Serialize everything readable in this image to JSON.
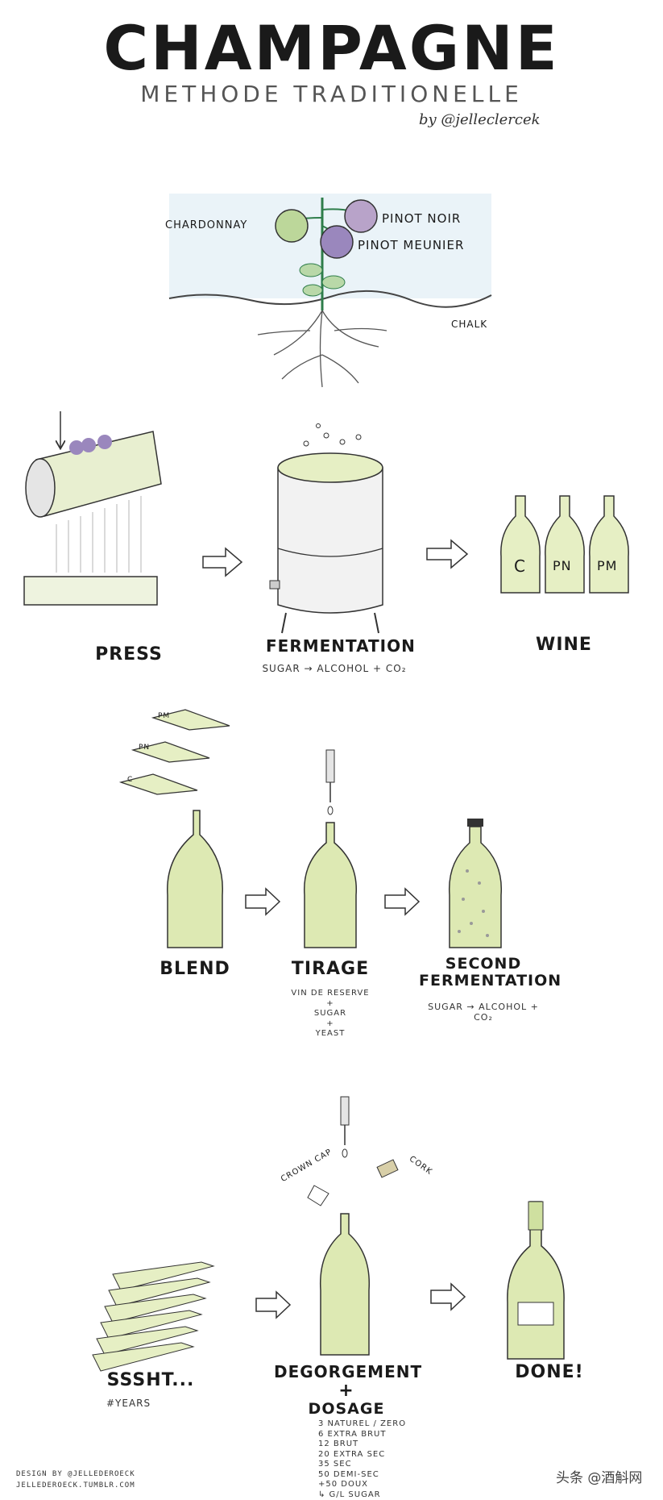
{
  "header": {
    "title": "CHAMPAGNE",
    "subtitle": "METHODE TRADITIONELLE",
    "byline": "by @jelleclercek"
  },
  "grapes": {
    "chardonnay": "CHARDONNAY",
    "pinot_noir": "PINOT NOIR",
    "pinot_meunier": "PINOT MEUNIER",
    "chalk": "CHALK"
  },
  "row1": {
    "press": "PRESS",
    "fermentation": "FERMENTATION",
    "fermentation_note": "SUGAR → ALCOHOL + CO₂",
    "wine": "WINE",
    "bottle_labels": [
      "C",
      "PN",
      "PM"
    ]
  },
  "row2": {
    "blend": "BLEND",
    "blend_labels": [
      "PM",
      "PN",
      "C"
    ],
    "tirage": "TIRAGE",
    "tirage_notes": [
      "VIN DE RESERVE",
      "+",
      "SUGAR",
      "+",
      "YEAST"
    ],
    "second_fermentation_1": "SECOND",
    "second_fermentation_2": "FERMENTATION",
    "second_note": "SUGAR → ALCOHOL + CO₂"
  },
  "row3": {
    "ssht": "SSSHT...",
    "years": "#YEARS",
    "crown_cap": "CROWN CAP",
    "cork": "CORK",
    "degorgement": "DEGORGEMENT",
    "plus": "+",
    "dosage": "DOSAGE",
    "dosage_list": [
      "3 NATUREL / ZERO",
      "6 EXTRA BRUT",
      "12 BRUT",
      "20 EXTRA SEC",
      "35 SEC",
      "50 DEMI-SEC",
      "+50 DOUX",
      "↳ g/L SUGAR"
    ],
    "done": "DONE!"
  },
  "footer": {
    "design_by": "DESIGN BY @JELLEDEROECK",
    "site": "JELLEDEROECK.TUMBLR.COM",
    "watermark": "头条 @酒斛网"
  },
  "colors": {
    "wine_fill": "#e6efc4",
    "bottle_fill": "#dde9b3",
    "chardonnay_grape": "#bcd79a",
    "pinot_noir_grape": "#b8a3c9",
    "pinot_meunier_grape": "#9a87bd",
    "sky": "#eaf3f8"
  }
}
